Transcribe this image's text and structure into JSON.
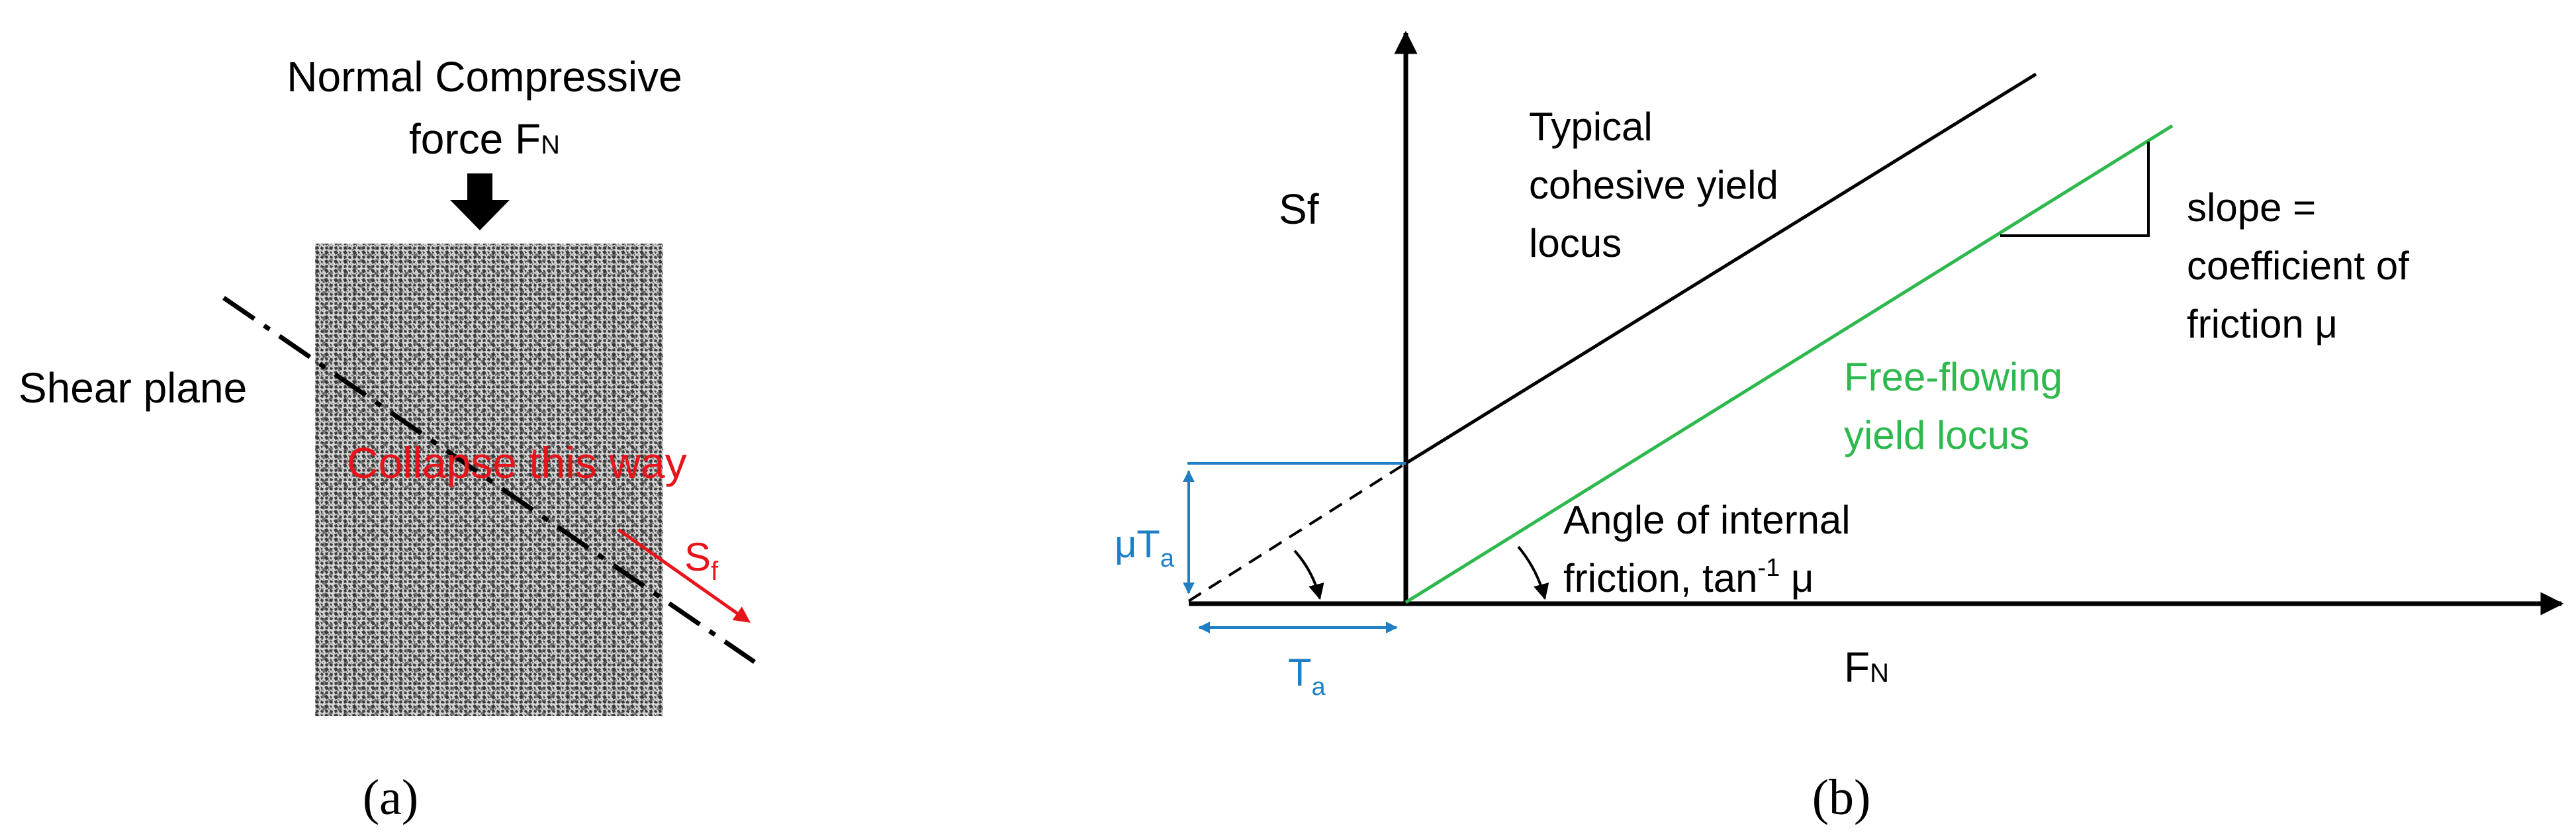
{
  "panel_a": {
    "force_label_line1": "Normal Compressive",
    "force_label_line2_main": "force F",
    "force_label_line2_sub": "N",
    "shear_plane_label": "Shear plane",
    "collapse_label": "Collapse this way",
    "shear_force_main": "S",
    "shear_force_sub": "f",
    "caption": "(a)",
    "colors": {
      "arrow": "#e8141c",
      "collapse_text": "#e8141c",
      "block_dark": "#444444",
      "block_light": "#d0d0d0"
    },
    "icons": [
      "down-arrow-icon",
      "red-arrow-icon"
    ]
  },
  "panel_b": {
    "y_axis_label": "Sf",
    "x_axis_label_main": "F",
    "x_axis_label_sub": "N",
    "cohesive_label": [
      "Typical",
      "cohesive yield",
      "locus"
    ],
    "slope_label": [
      "slope =",
      "coefficient of",
      "friction μ"
    ],
    "free_flowing_label": [
      "Free-flowing",
      "yield locus"
    ],
    "angle_label_line1": "Angle of internal",
    "angle_label_line2_main": "friction, tan",
    "angle_label_line2_sup": "-1",
    "angle_label_line2_end": " μ",
    "mu_ta_main": "μT",
    "mu_ta_sub": "a",
    "ta_main": "T",
    "ta_sub": "a",
    "caption": "(b)",
    "colors": {
      "cohesive_line": "#000000",
      "free_flowing_line": "#2db94d",
      "free_flowing_text": "#2db94d",
      "annotation_blue": "#1f7fc4",
      "axis": "#000000"
    }
  }
}
